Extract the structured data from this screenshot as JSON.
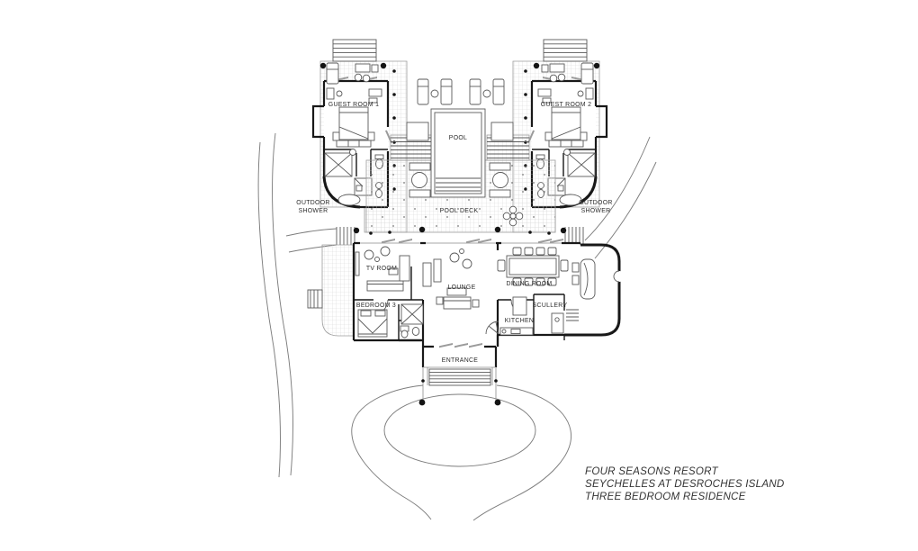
{
  "title_block": {
    "line1": "FOUR SEASONS RESORT",
    "line2": "SEYCHELLES AT DESROCHES ISLAND",
    "line3": "THREE BEDROOM RESIDENCE"
  },
  "labels": {
    "guest_room_1": "GUEST ROOM 1",
    "guest_room_2": "GUEST ROOM 2",
    "outdoor_shower_line1": "OUTDOOR",
    "outdoor_shower_line2": "SHOWER",
    "pool": "POOL",
    "pool_deck": "POOL DECK",
    "tv_room": "TV ROOM",
    "lounge": "LOUNGE",
    "dining_room": "DINING ROOM",
    "bedroom_3": "BEDROOM 3",
    "kitchen": "KITCHEN",
    "scullery": "SCULLERY",
    "entrance": "ENTRANCE"
  },
  "colors": {
    "background": "#ffffff",
    "wall": "#181818",
    "site_line": "#7d7d7d",
    "deck_grid": "#d7d7d7",
    "door_leaf": "#9b9b9b",
    "label_text": "#2d2d2d"
  }
}
